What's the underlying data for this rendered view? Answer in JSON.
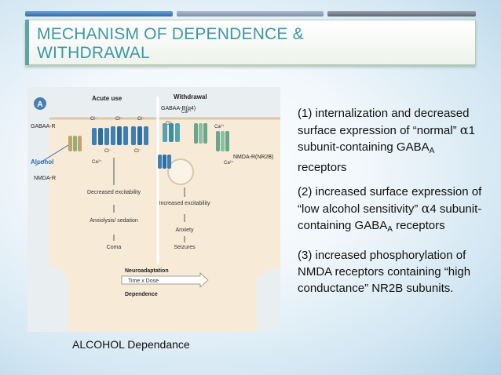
{
  "slide": {
    "title": "MECHANISM OF DEPENDENCE & WITHDRAWAL",
    "caption": "ALCOHOL Dependance"
  },
  "points": [
    {
      "part1": "(1) internalization and decreased surface expression of “normal” ",
      "greek": "α",
      "part2": "1 subunit-containing GABA",
      "sub": "A",
      "part3": " receptors"
    },
    {
      "part1": "(2) increased surface expression of “low alcohol sensitivity” ",
      "greek": "α",
      "part2": "4 subunit-containing GABA",
      "sub": "A",
      "part3": " receptors"
    },
    {
      "text": "(3) increased phosphorylation of NMDA receptors containing “high conductance” NR2B subunits."
    }
  ],
  "figure": {
    "panel": "A",
    "acute_header": "Acute use",
    "withdrawal_header": "Withdrawal",
    "gaba_a_r": "GABAA-R",
    "gaba_a_r_alpha4": "GABAA-R(α4)",
    "nmda_r": "NMDA-R",
    "nmda_r_nr2b": "NMDA-R(NR2B)",
    "alcohol": "Alcohol",
    "cl": "Cl⁻",
    "ca": "Ca²⁺",
    "acute_chain": [
      "Decreased excitability",
      "Anxiolysis/ sedation",
      "Coma"
    ],
    "withdrawal_chain": [
      "Increased excitability",
      "Anxiety",
      "Seizures"
    ],
    "neuroadaptation": "Neuroadaptation",
    "time_dose": "Time x Dose",
    "dependence": "Dependence"
  },
  "colors": {
    "title": "#3f97a5",
    "gaba_receptor": "#3e7fb4",
    "nmda_receptor": "#6aa58e",
    "alcohol": "#2e6db2"
  }
}
